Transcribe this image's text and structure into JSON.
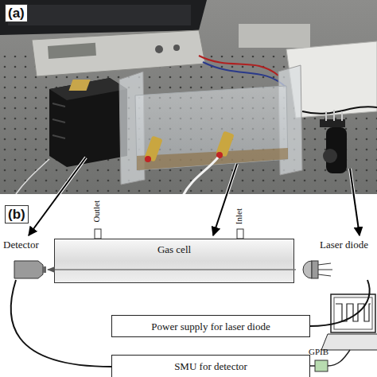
{
  "diagram": {
    "nodes": [
      {
        "text": [
          "Detector"
        ]
      },
      {
        "text": [
          "Gas cell"
        ]
      },
      {
        "text": [
          "Laser diode"
        ]
      },
      {
        "text": [
          "Power supply for laser diode"
        ]
      },
      {
        "text": [
          "SMU for detector"
        ]
      }
    ],
    "edges": [
      {
        "from": 2,
        "to": 0,
        "arrow": "to"
      },
      {
        "from": 3,
        "to": 2,
        "arrow": "none"
      },
      {
        "from": 0,
        "to": 4,
        "arrow": "none"
      }
    ],
    "labels": [
      "(a)",
      "(b)",
      "Outlet",
      "Inlet",
      "GPIB"
    ]
  }
}
